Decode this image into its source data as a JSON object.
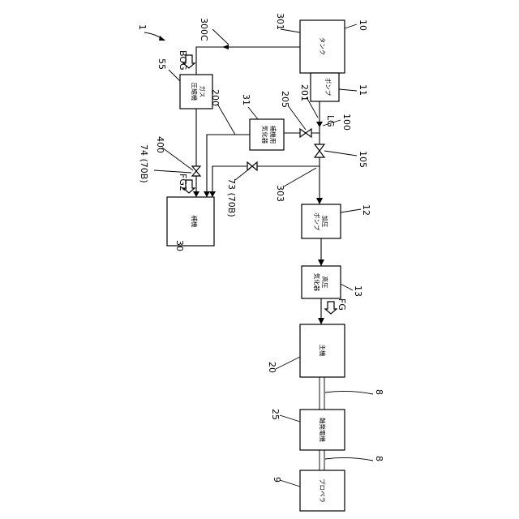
{
  "diagram": {
    "system_ref": "1",
    "boxes": {
      "tank": {
        "ref": "10",
        "label": "タンク"
      },
      "pump": {
        "ref": "11",
        "label": "ポンプ"
      },
      "gas_compressor": {
        "ref": "55",
        "label_line1": "ガス",
        "label_line2": "圧縮機"
      },
      "aux_vaporizer": {
        "ref": "31",
        "label_line1": "補機用",
        "label_line2": "気化器"
      },
      "aux_engine": {
        "ref": "30",
        "label": "補機"
      },
      "pressurizing_pump": {
        "ref": "12",
        "label_line1": "加圧",
        "label_line2": "ポンプ"
      },
      "hp_vaporizer": {
        "ref": "13",
        "label_line1": "高圧",
        "label_line2": "気化器"
      },
      "main_engine": {
        "ref": "20",
        "label": "主機"
      },
      "shaft_generator": {
        "ref": "25",
        "label": "軸発電機"
      },
      "propeller": {
        "ref": "9",
        "label": "プロペラ"
      }
    },
    "lines": {
      "boil_off_line": "300C",
      "tank_outlet": "301",
      "line_200": "200",
      "line_201": "201",
      "line_205": "205",
      "line_303": "303",
      "shaft_upper": "8",
      "shaft_lower": "8"
    },
    "valves": {
      "valve_100": "100",
      "valve_105": "105",
      "valve_400": "400",
      "valve_74": "74 (70B)",
      "valve_73": "73 (70B)"
    },
    "flow_labels": {
      "bog": "BOG",
      "lg": "LG",
      "fg2": "FG2",
      "fg": "FG"
    }
  }
}
